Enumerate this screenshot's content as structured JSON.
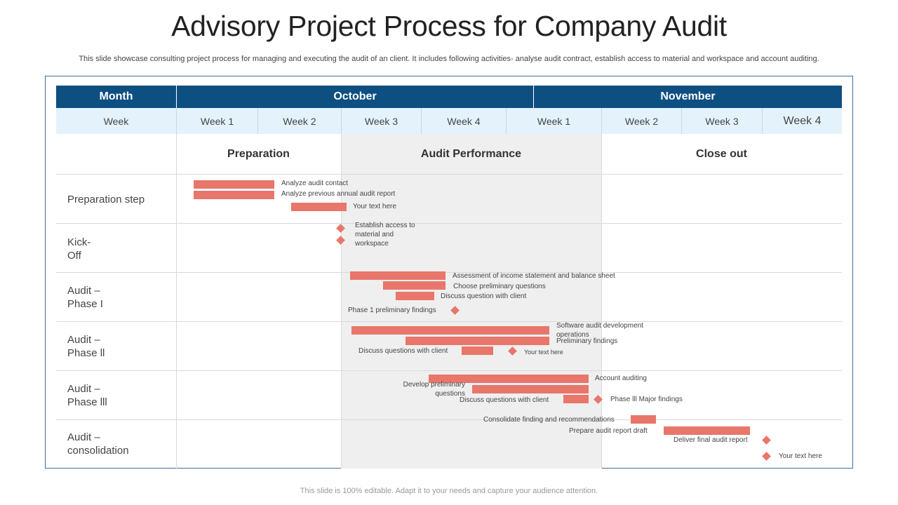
{
  "title": "Advisory Project Process for Company Audit",
  "subtitle": "This slide showcase consulting project process for managing and executing the audit of an client. It includes following activities- analyse audit contract, establish access to material and workspace and account auditing.",
  "header": {
    "month_label": "Month",
    "months": [
      "October",
      "November"
    ],
    "week_label": "Week",
    "weeks": [
      "Week 1",
      "Week 2",
      "Week 3",
      "Week 4",
      "Week 1",
      "Week 2",
      "Week 3",
      "Week 4"
    ]
  },
  "phases": [
    "Preparation",
    "Audit Performance",
    "Close out"
  ],
  "rows": [
    "Preparation step",
    "Kick-\nOff",
    "Audit –\nPhase I",
    "Audit –\nPhase ll",
    "Audit –\nPhase lll",
    "Audit –\nconsolidation"
  ],
  "tasks": {
    "analyze_contact": "Analyze audit contact",
    "analyze_previous": "Analyze previous annual audit report",
    "your_text_1": "Your text here",
    "establish_access": "Establish access to material and workspace",
    "assessment": "Assessment of income statement and balance sheet",
    "choose_questions": "Choose preliminary questions",
    "discuss_client_1": "Discuss question with client",
    "phase1_findings": "Phase 1 preliminary findings",
    "software_audit": "Software audit development operations",
    "prelim_findings": "Preliminary findings",
    "discuss_client_2": "Discuss questions with client",
    "your_text_2": "Your text here",
    "account_auditing": "Account auditing",
    "develop_questions": "Develop preliminary questions",
    "discuss_client_3": "Discuss questions with client",
    "phase3_findings": "Phase lll  Major findings",
    "consolidate": "Consolidate finding and recommendations",
    "prepare_draft": "Prepare audit  report draft",
    "deliver_report": "Deliver final audit report",
    "your_text_3": "Your text here"
  },
  "colors": {
    "header": "#0e4f82",
    "week_row": "#e4f3fb",
    "bar": "#e8766a",
    "shade": "#efefef"
  },
  "footer": "This slide is 100% editable. Adapt it to your needs and capture your audience attention."
}
